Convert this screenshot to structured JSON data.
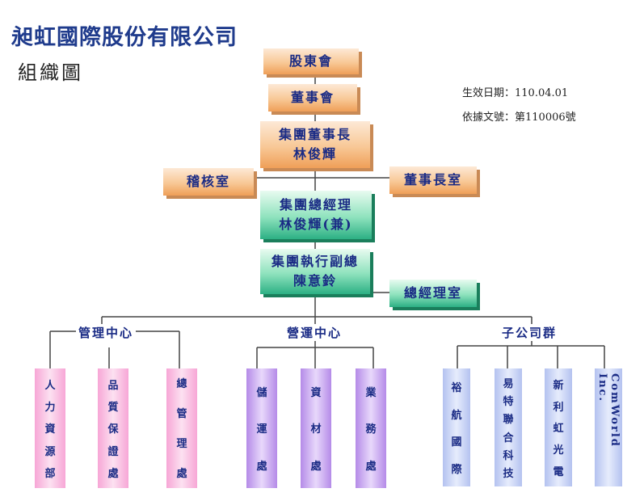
{
  "title": "昶虹國際股份有限公司",
  "subtitle": "組織圖",
  "meta": {
    "effective_date": "生效日期：110.04.01",
    "reference_no": "依據文號：第110006號"
  },
  "top": {
    "shareholders": "股東會",
    "board": "董事會",
    "chairman_title": "集團董事長",
    "chairman_name": "林俊輝",
    "audit": "稽核室",
    "chairman_office": "董事長室",
    "gm_title": "集團總經理",
    "gm_name": "林俊輝(兼)",
    "evp_title": "集團執行副總",
    "evp_name": "陳意鈴",
    "gm_office": "總經理室"
  },
  "groups": {
    "management": {
      "label": "管理中心",
      "units": [
        {
          "chars": [
            "人",
            "力",
            "資",
            "源",
            "部"
          ]
        },
        {
          "chars": [
            "品",
            "質",
            "保",
            "證",
            "處"
          ]
        },
        {
          "chars": [
            "總",
            "管",
            "理",
            "處"
          ]
        }
      ]
    },
    "operations": {
      "label": "營運中心",
      "units": [
        {
          "chars": [
            "儲",
            "運",
            "處"
          ]
        },
        {
          "chars": [
            "資",
            "材",
            "處"
          ]
        },
        {
          "chars": [
            "業",
            "務",
            "處"
          ]
        }
      ]
    },
    "subsidiaries": {
      "label": "子公司群",
      "units": [
        {
          "chars": [
            "裕",
            "航",
            "國",
            "際"
          ]
        },
        {
          "chars": [
            "易",
            "特",
            "聯",
            "合",
            "科",
            "技"
          ]
        },
        {
          "chars": [
            "新",
            "利",
            "虹",
            "光",
            "電"
          ]
        },
        {
          "text": "ComWorld Inc."
        }
      ]
    }
  }
}
